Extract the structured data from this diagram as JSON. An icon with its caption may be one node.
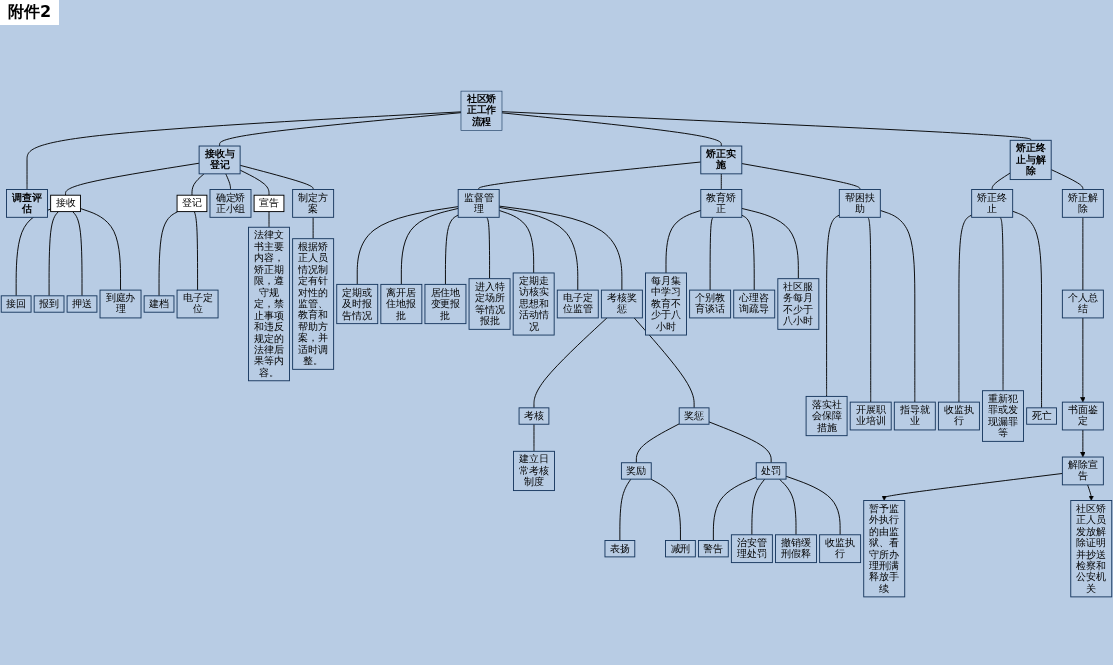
{
  "diagram": {
    "nodes": [
      {
        "text": [
          "社区矫正工作流程"
        ]
      },
      {
        "text": [
          "调查评估"
        ]
      },
      {
        "text": [
          "接收与登记"
        ]
      },
      {
        "text": [
          "矫正实施"
        ]
      },
      {
        "text": [
          "矫正终止与解除"
        ]
      },
      {
        "text": [
          "接收"
        ]
      },
      {
        "text": [
          "登记"
        ]
      },
      {
        "text": [
          "确定矫正小组"
        ]
      },
      {
        "text": [
          "宣告"
        ]
      },
      {
        "text": [
          "制定方案"
        ]
      },
      {
        "text": [
          "接回"
        ]
      },
      {
        "text": [
          "报到"
        ]
      },
      {
        "text": [
          "押送"
        ]
      },
      {
        "text": [
          "到庭办理"
        ]
      },
      {
        "text": [
          "建档"
        ]
      },
      {
        "text": [
          "电子定位"
        ]
      },
      {
        "text": [
          "法律文书主要内容，矫正期限，遵守规定，禁止事项和违反规定的法律后果等内容。"
        ]
      },
      {
        "text": [
          "根据矫正人员情况制定有针对性的监管、教育和帮助方案，并适时调整。"
        ]
      },
      {
        "text": [
          "监督管理"
        ]
      },
      {
        "text": [
          "教育矫正"
        ]
      },
      {
        "text": [
          "帮困扶助"
        ]
      },
      {
        "text": [
          "定期或及时报告情况"
        ]
      },
      {
        "text": [
          "离开居住地报批"
        ]
      },
      {
        "text": [
          "居住地变更报批"
        ]
      },
      {
        "text": [
          "进入特定场所等情况报批"
        ]
      },
      {
        "text": [
          "定期走访核实思想和活动情况"
        ]
      },
      {
        "text": [
          "电子定位监管"
        ]
      },
      {
        "text": [
          "考核奖惩"
        ]
      },
      {
        "text": [
          "考核"
        ]
      },
      {
        "text": [
          "奖惩"
        ]
      },
      {
        "text": [
          "建立日常考核制度"
        ]
      },
      {
        "text": [
          "奖励"
        ]
      },
      {
        "text": [
          "处罚"
        ]
      },
      {
        "text": [
          "表扬"
        ]
      },
      {
        "text": [
          "减刑"
        ]
      },
      {
        "text": [
          "警告"
        ]
      },
      {
        "text": [
          "治安管理处罚"
        ]
      },
      {
        "text": [
          "撤销缓刑假释"
        ]
      },
      {
        "text": [
          "收监执行"
        ]
      },
      {
        "text": [
          "每月集中学习教育不少于八小时"
        ]
      },
      {
        "text": [
          "个别教育谈话"
        ]
      },
      {
        "text": [
          "心理咨询疏导"
        ]
      },
      {
        "text": [
          "社区服务每月不少于八小时"
        ]
      },
      {
        "text": [
          "落实社会保障措施"
        ]
      },
      {
        "text": [
          "开展职业培训"
        ]
      },
      {
        "text": [
          "指导就业"
        ]
      },
      {
        "text": [
          "矫正终止"
        ]
      },
      {
        "text": [
          "矫正解除"
        ]
      },
      {
        "text": [
          "收监执行"
        ]
      },
      {
        "text": [
          "重新犯罪或发现漏罪等"
        ]
      },
      {
        "text": [
          "死亡"
        ]
      },
      {
        "text": [
          "个人总结"
        ]
      },
      {
        "text": [
          "书面鉴定"
        ]
      },
      {
        "text": [
          "解除宣告"
        ]
      },
      {
        "text": [
          "暂予监外执行的由监狱、看守所办理刑满释放手续"
        ]
      },
      {
        "text": [
          "社区矫正人员发放解除证明并抄送检察和公安机关"
        ]
      }
    ],
    "edges": [
      {
        "from": 0,
        "to": 1,
        "arrow": "none"
      },
      {
        "from": 0,
        "to": 2,
        "arrow": "none"
      },
      {
        "from": 0,
        "to": 3,
        "arrow": "none"
      },
      {
        "from": 0,
        "to": 4,
        "arrow": "none"
      },
      {
        "from": 2,
        "to": 5,
        "arrow": "none"
      },
      {
        "from": 2,
        "to": 6,
        "arrow": "none"
      },
      {
        "from": 2,
        "to": 7,
        "arrow": "none"
      },
      {
        "from": 2,
        "to": 8,
        "arrow": "none"
      },
      {
        "from": 2,
        "to": 9,
        "arrow": "none"
      },
      {
        "from": 5,
        "to": 10,
        "arrow": "none"
      },
      {
        "from": 5,
        "to": 11,
        "arrow": "none"
      },
      {
        "from": 5,
        "to": 12,
        "arrow": "none"
      },
      {
        "from": 5,
        "to": 13,
        "arrow": "none"
      },
      {
        "from": 6,
        "to": 14,
        "arrow": "none"
      },
      {
        "from": 6,
        "to": 15,
        "arrow": "none"
      },
      {
        "from": 8,
        "to": 16,
        "arrow": "none"
      },
      {
        "from": 9,
        "to": 17,
        "arrow": "none"
      },
      {
        "from": 3,
        "to": 18,
        "arrow": "none"
      },
      {
        "from": 3,
        "to": 19,
        "arrow": "none"
      },
      {
        "from": 3,
        "to": 20,
        "arrow": "none"
      },
      {
        "from": 18,
        "to": 21,
        "arrow": "none"
      },
      {
        "from": 18,
        "to": 22,
        "arrow": "none"
      },
      {
        "from": 18,
        "to": 23,
        "arrow": "none"
      },
      {
        "from": 18,
        "to": 24,
        "arrow": "none"
      },
      {
        "from": 18,
        "to": 25,
        "arrow": "none"
      },
      {
        "from": 18,
        "to": 26,
        "arrow": "none"
      },
      {
        "from": 18,
        "to": 27,
        "arrow": "none"
      },
      {
        "from": 27,
        "to": 28,
        "arrow": "none"
      },
      {
        "from": 27,
        "to": 29,
        "arrow": "none"
      },
      {
        "from": 28,
        "to": 30,
        "arrow": "none"
      },
      {
        "from": 29,
        "to": 31,
        "arrow": "none"
      },
      {
        "from": 29,
        "to": 32,
        "arrow": "none"
      },
      {
        "from": 31,
        "to": 33,
        "arrow": "none"
      },
      {
        "from": 31,
        "to": 34,
        "arrow": "none"
      },
      {
        "from": 32,
        "to": 35,
        "arrow": "none"
      },
      {
        "from": 32,
        "to": 36,
        "arrow": "none"
      },
      {
        "from": 32,
        "to": 37,
        "arrow": "none"
      },
      {
        "from": 32,
        "to": 38,
        "arrow": "none"
      },
      {
        "from": 19,
        "to": 39,
        "arrow": "none"
      },
      {
        "from": 19,
        "to": 40,
        "arrow": "none"
      },
      {
        "from": 19,
        "to": 41,
        "arrow": "none"
      },
      {
        "from": 19,
        "to": 42,
        "arrow": "none"
      },
      {
        "from": 20,
        "to": 43,
        "arrow": "none"
      },
      {
        "from": 20,
        "to": 44,
        "arrow": "none"
      },
      {
        "from": 20,
        "to": 45,
        "arrow": "none"
      },
      {
        "from": 4,
        "to": 46,
        "arrow": "none"
      },
      {
        "from": 4,
        "to": 47,
        "arrow": "none"
      },
      {
        "from": 46,
        "to": 48,
        "arrow": "none"
      },
      {
        "from": 46,
        "to": 49,
        "arrow": "none"
      },
      {
        "from": 46,
        "to": 50,
        "arrow": "none"
      },
      {
        "from": 47,
        "to": 51,
        "arrow": "none"
      },
      {
        "from": 51,
        "to": 52,
        "arrow": "to"
      },
      {
        "from": 52,
        "to": 53,
        "arrow": "to"
      },
      {
        "from": 53,
        "to": 54,
        "arrow": "to"
      },
      {
        "from": 53,
        "to": 55,
        "arrow": "to"
      }
    ],
    "labels": [
      "附件2"
    ]
  }
}
